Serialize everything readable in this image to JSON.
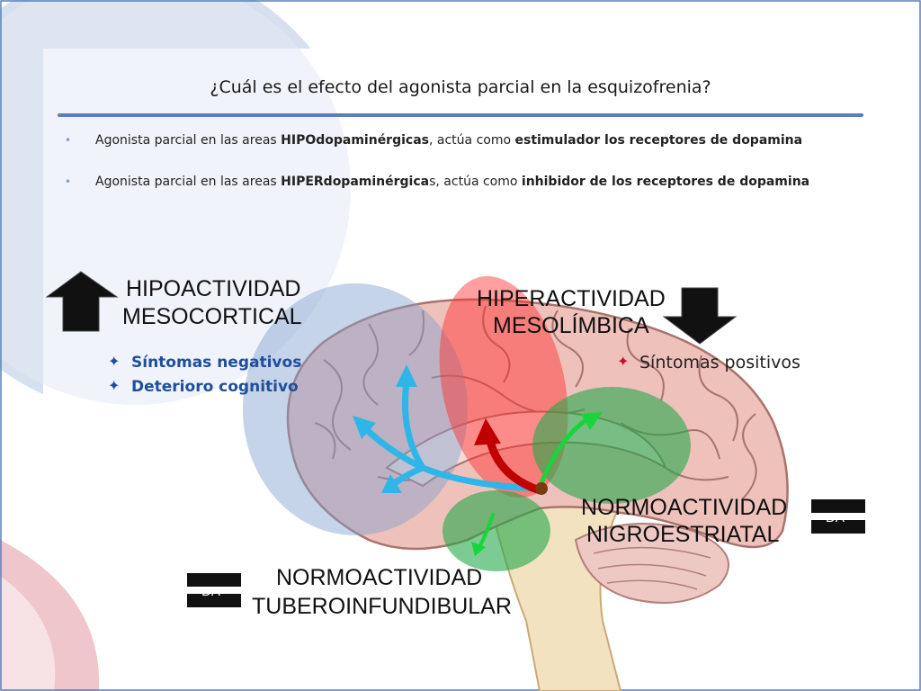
{
  "slide": {
    "title": "¿Cuál es el efecto del agonista parcial en la esquizofrenia?",
    "bullets": [
      {
        "pre": "Agonista parcial en las areas ",
        "bold1": "HIPOdopaminérgicas",
        "mid": ", actúa como ",
        "bold2": "estimulador los receptores de dopamina",
        "post": ""
      },
      {
        "pre": "Agonista parcial en las areas ",
        "bold1": "HIPERdopaminérgica",
        "mid": "s, actúa como ",
        "bold2": "inhibidor de los receptores de dopamina",
        "post": ""
      }
    ]
  },
  "diagram": {
    "mesocortical": {
      "line1": "HIPOACTIVIDAD",
      "line2": "MESOCORTICAL",
      "symptoms": [
        "Síntomas negativos",
        "Deterioro cognitivo"
      ],
      "arrow": "up-arrow"
    },
    "mesolimbica": {
      "line1": "HIPERACTIVIDAD",
      "line2": "MESOLÍMBICA",
      "symptoms": [
        "Síntomas positivos"
      ],
      "arrow": "down-arrow"
    },
    "nigroestriatal": {
      "line1": "NORMOACTIVIDAD",
      "line2": "NIGROESTRIATAL",
      "badge": "DA"
    },
    "tuberoinfundibular": {
      "line1": "NORMOACTIVIDAD",
      "line2": "TUBEROINFUNDIBULAR",
      "badge": "DA"
    },
    "star_symbol": "✦",
    "colors": {
      "mesocortical": "#2fb6e8",
      "mesolimbica": "#c00000",
      "nigroestriatal": "#1faa3a",
      "brain": "#e8b7b0",
      "title_rule": "#5b7fb7"
    }
  }
}
